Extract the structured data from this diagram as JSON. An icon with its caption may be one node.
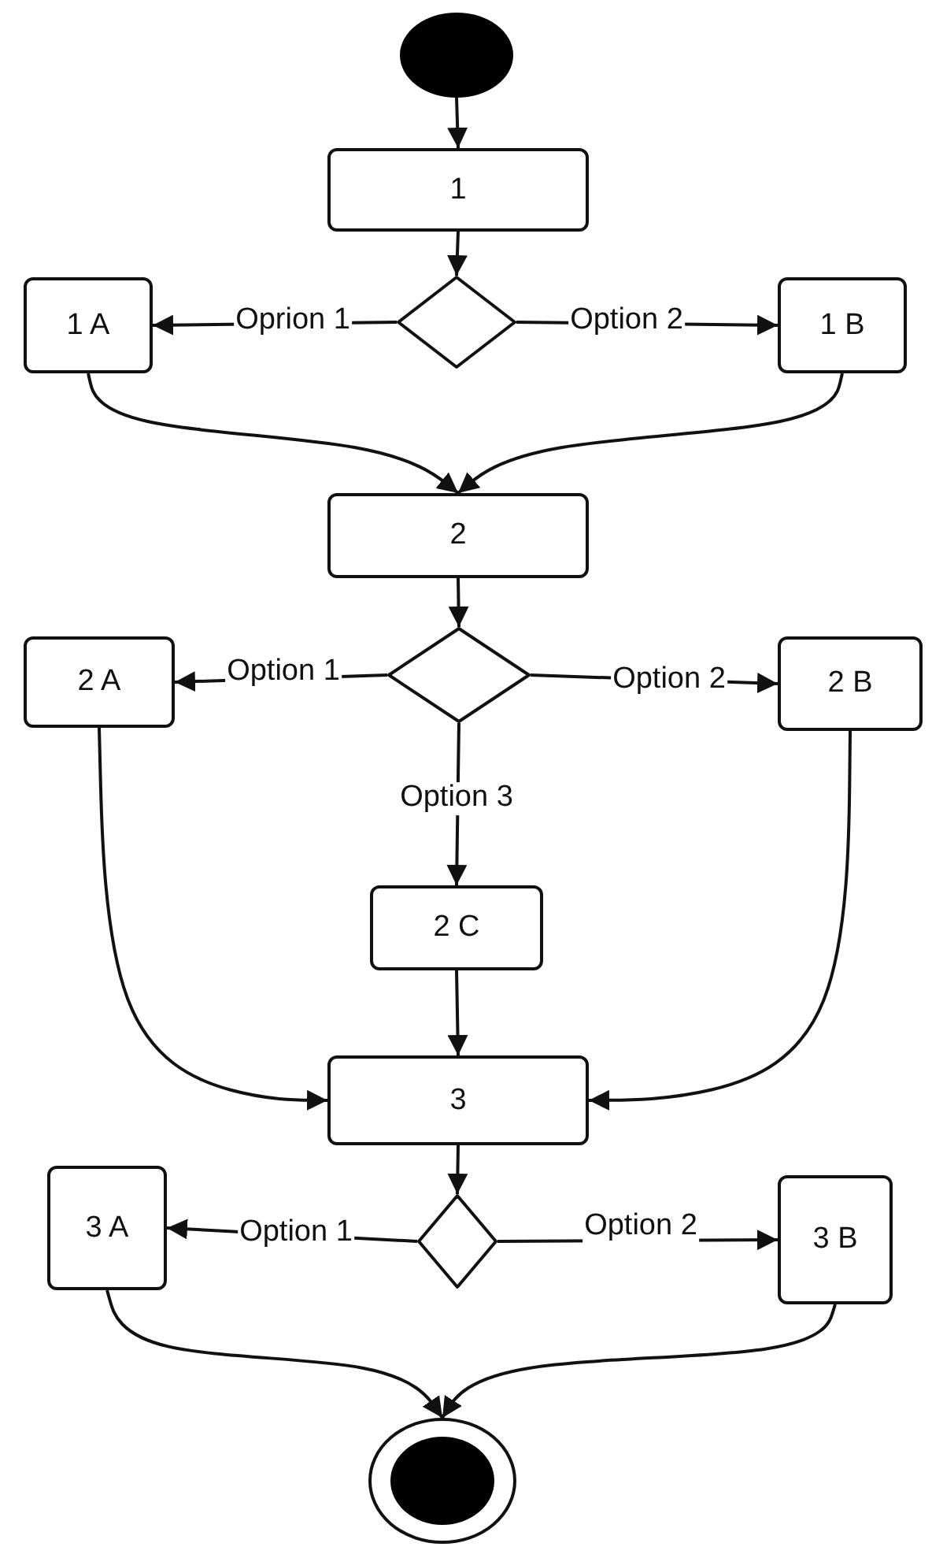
{
  "diagram": {
    "nodes": [
      {
        "text": [],
        "shape": "circle"
      },
      {
        "text": [
          "1"
        ]
      },
      {
        "text": [],
        "shape": "diamond"
      },
      {
        "text": [
          "1 A"
        ]
      },
      {
        "text": [
          "1 B"
        ]
      },
      {
        "text": [
          "2"
        ]
      },
      {
        "text": [],
        "shape": "diamond"
      },
      {
        "text": [
          "2 A"
        ]
      },
      {
        "text": [
          "2 B"
        ]
      },
      {
        "text": [
          "2 C"
        ]
      },
      {
        "text": [
          "3"
        ]
      },
      {
        "text": [],
        "shape": "diamond"
      },
      {
        "text": [
          "3 A"
        ]
      },
      {
        "text": [
          "3 B"
        ]
      },
      {
        "text": [],
        "shape": "bullseye"
      }
    ],
    "edges": [
      {
        "from": 0,
        "to": 1,
        "arrow": "to"
      },
      {
        "from": 1,
        "to": 2,
        "arrow": "to"
      },
      {
        "from": 2,
        "to": 3,
        "arrow": "to",
        "label": "Oprion 1"
      },
      {
        "from": 2,
        "to": 4,
        "arrow": "to",
        "label": "Option 2"
      },
      {
        "from": 3,
        "to": 5,
        "arrow": "to"
      },
      {
        "from": 4,
        "to": 5,
        "arrow": "to"
      },
      {
        "from": 5,
        "to": 6,
        "arrow": "to"
      },
      {
        "from": 6,
        "to": 7,
        "arrow": "to",
        "label": "Option 1"
      },
      {
        "from": 6,
        "to": 8,
        "arrow": "to",
        "label": "Option 2"
      },
      {
        "from": 6,
        "to": 9,
        "arrow": "to",
        "label": "Option 3"
      },
      {
        "from": 7,
        "to": 10,
        "arrow": "to"
      },
      {
        "from": 8,
        "to": 10,
        "arrow": "to"
      },
      {
        "from": 9,
        "to": 10,
        "arrow": "to"
      },
      {
        "from": 10,
        "to": 11,
        "arrow": "to"
      },
      {
        "from": 11,
        "to": 12,
        "arrow": "to",
        "label": "Option 1"
      },
      {
        "from": 11,
        "to": 13,
        "arrow": "to",
        "label": "Option 2"
      },
      {
        "from": 12,
        "to": 14,
        "arrow": "to"
      },
      {
        "from": 13,
        "to": 14,
        "arrow": "to"
      }
    ]
  }
}
